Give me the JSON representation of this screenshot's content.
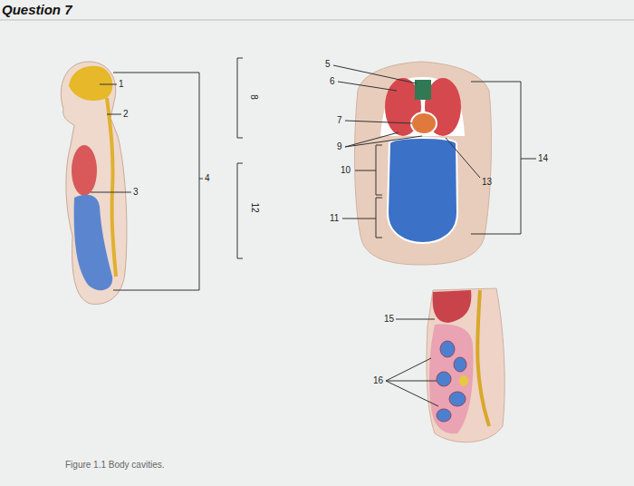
{
  "diagram": {
    "title": "Question 7",
    "caption": "Figure 1.1 Body cavities.",
    "labels": [
      "1",
      "2",
      "3",
      "4",
      "8",
      "12",
      "5",
      "6",
      "7",
      "9",
      "10",
      "11",
      "13",
      "14",
      "15",
      "16"
    ]
  }
}
